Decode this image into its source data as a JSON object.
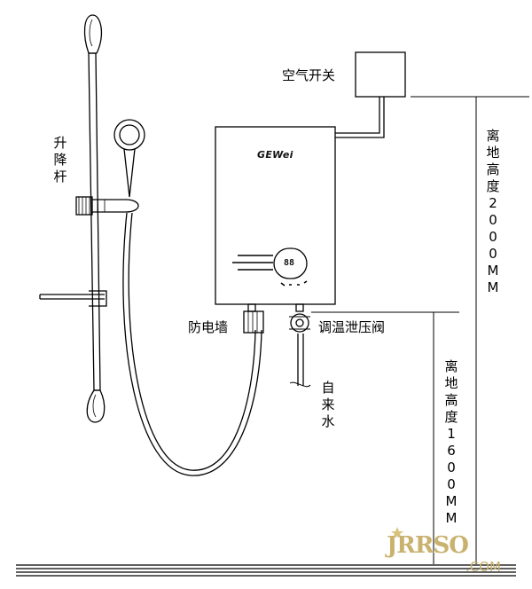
{
  "labels": {
    "air_switch": "空气开关",
    "lift_rod": "升降杆",
    "anti_shock_wall": "防电墙",
    "temp_relief_valve": "调温泄压阀",
    "tap_water": "自来水",
    "height_2000": "离地高度2000MM",
    "height_1600": "离地高度1600MM"
  },
  "heater": {
    "brand": "GEWei",
    "display": "88"
  },
  "watermark": {
    "text": "JRRSO",
    "suffix": ".COM"
  }
}
